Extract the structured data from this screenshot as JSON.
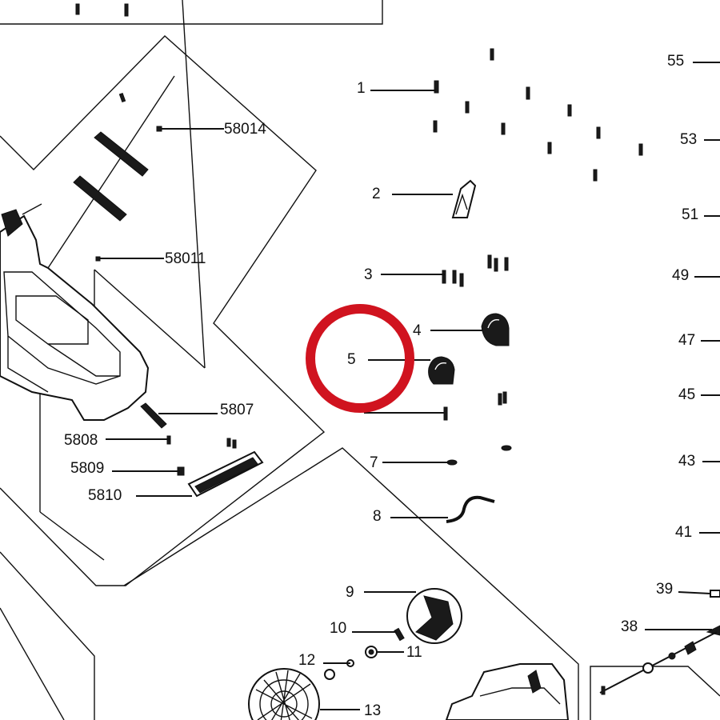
{
  "diagram": {
    "callouts": {
      "c1": "1",
      "c2": "2",
      "c3": "3",
      "c4": "4",
      "c5": "5",
      "c7": "7",
      "c8": "8",
      "c9": "9",
      "c10": "10",
      "c11": "11",
      "c12": "12",
      "c13": "13",
      "c38": "38",
      "c39": "39",
      "c41": "41",
      "c43": "43",
      "c45": "45",
      "c47": "47",
      "c49": "49",
      "c51": "51",
      "c53": "53",
      "c55": "55",
      "c58014": "58014",
      "c58011": "58011",
      "c5807": "5807",
      "c5808": "5808",
      "c5809": "5809",
      "c5810": "5810"
    },
    "highlight": {
      "target": "5",
      "color": "#d0131f"
    },
    "line_color": "#111111"
  }
}
